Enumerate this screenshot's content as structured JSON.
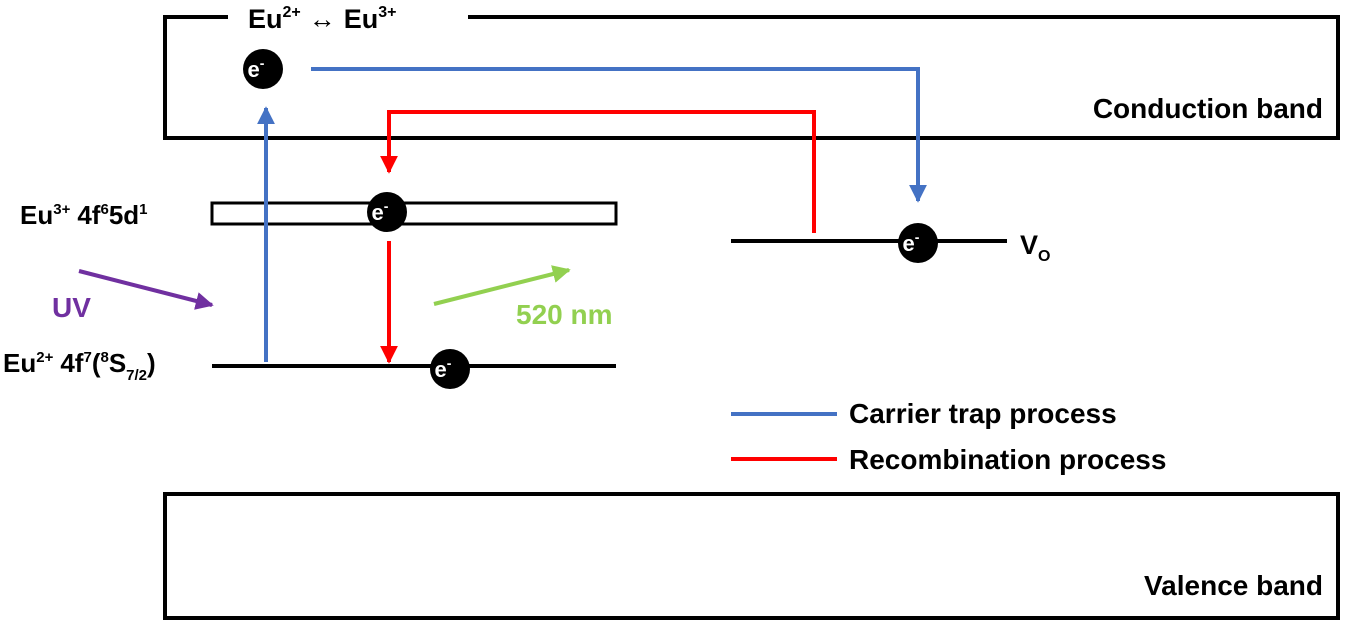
{
  "title": {
    "left_ion": "Eu",
    "left_charge": "2+",
    "arrow": "↔",
    "right_ion": "Eu",
    "right_charge": "3+"
  },
  "bands": {
    "conduction": "Conduction band",
    "valence": "Valence band"
  },
  "levels": {
    "eu3_excited": {
      "ion": "Eu",
      "charge": "3+",
      "config_a": "4f",
      "sup_a": "6",
      "config_b": "5d",
      "sup_b": "1"
    },
    "eu2_ground": {
      "ion": "Eu",
      "charge": "2+",
      "config_a": "4f",
      "sup_a": "7",
      "open": "(",
      "sup_multiplicity": "8",
      "term": "S",
      "sub_j": "7/2",
      "close": ")"
    },
    "trap": {
      "symbol": "V",
      "sub": "O"
    }
  },
  "electron": {
    "letter": "e",
    "charge": "-"
  },
  "excitation_label": "UV",
  "emission_label": "520 nm",
  "legend": [
    {
      "label": "Carrier trap process",
      "color": "#4472C4"
    },
    {
      "label": "Recombination process",
      "color": "#FF0000"
    }
  ],
  "colors": {
    "carrier_trap": "#4472C4",
    "recombination": "#FF0000",
    "uv": "#7030A0",
    "emission": "#92D050",
    "line": "#000000"
  }
}
